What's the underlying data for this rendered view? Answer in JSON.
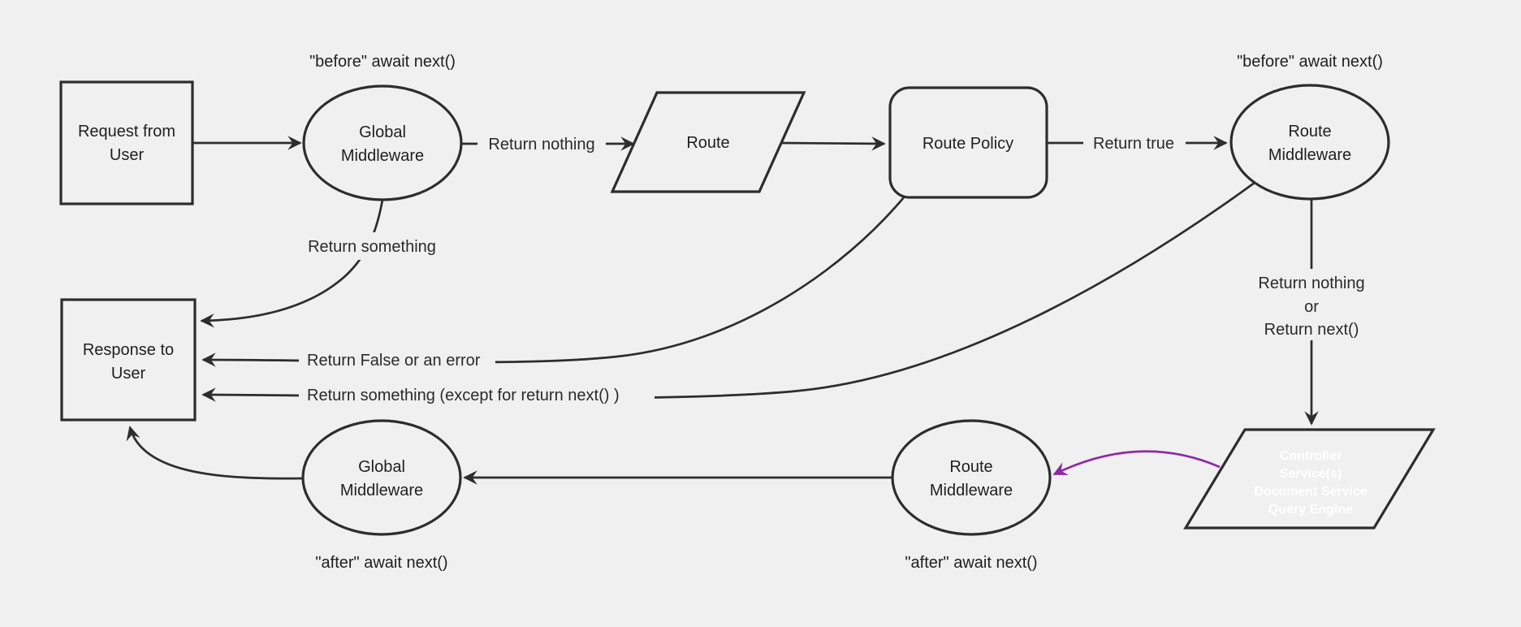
{
  "diagram": {
    "title": "middleware-request-flow-diagram",
    "colors": {
      "background": "#f0f0f0",
      "node_fill": "#f0f0f0",
      "stroke": "#2d2d2d",
      "text": "#1f1f1f",
      "purple_fill": "#8d2ba6",
      "purple_edge": "#8d2ba6",
      "white_text": "#ffffff"
    },
    "nodes": {
      "request": {
        "shape": "rectangle",
        "line1": "Request from",
        "line2": "User"
      },
      "global_middleware_before": {
        "shape": "ellipse",
        "line1": "Global",
        "line2": "Middleware",
        "annotation": "\"before\" await next()"
      },
      "route": {
        "shape": "parallelogram",
        "label": "Route"
      },
      "route_policy": {
        "shape": "rounded-rectangle",
        "label": "Route Policy"
      },
      "route_middleware_before": {
        "shape": "ellipse",
        "line1": "Route",
        "line2": "Middleware",
        "annotation": "\"before\" await next()"
      },
      "controller": {
        "shape": "parallelogram",
        "line1": "Controller",
        "line2": "Service(s)",
        "line3": "Document Service",
        "line4": "Query Engine"
      },
      "route_middleware_after": {
        "shape": "ellipse",
        "line1": "Route",
        "line2": "Middleware",
        "annotation": "\"after\" await next()"
      },
      "global_middleware_after": {
        "shape": "ellipse",
        "line1": "Global",
        "line2": "Middleware",
        "annotation": "\"after\" await next()"
      },
      "response": {
        "shape": "rectangle",
        "line1": "Response to",
        "line2": "User"
      }
    },
    "edges": {
      "global_to_route_label": "Return nothing",
      "policy_to_middleware_label": "Return true",
      "middleware_to_controller_label": {
        "line1": "Return nothing",
        "line2": "or",
        "line3": "Return next()"
      },
      "global_to_response_label": "Return something",
      "policy_to_response_label": "Return False or an error",
      "middleware_to_response_label": "Return something (except for return next() )"
    }
  }
}
